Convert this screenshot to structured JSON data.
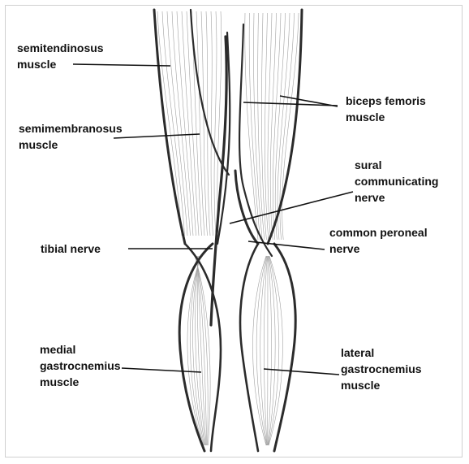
{
  "diagram": {
    "labels": {
      "semitendinosus": [
        "semitendinosus",
        "muscle"
      ],
      "semimembranosus": [
        "semimembranosus",
        "muscle"
      ],
      "biceps_femoris": [
        "biceps femoris",
        "muscle"
      ],
      "sural_communicating": [
        "sural",
        "communicating",
        "nerve"
      ],
      "common_peroneal": [
        "common peroneal",
        "nerve"
      ],
      "tibial_nerve": [
        "tibial nerve"
      ],
      "medial_gastrocnemius": [
        "medial",
        "gastrocnemius",
        "muscle"
      ],
      "lateral_gastrocnemius": [
        "lateral",
        "gastrocnemius",
        "muscle"
      ]
    }
  },
  "colors": {
    "pencil": "#2b2b2b",
    "pencil_light": "#8a8a8a",
    "leader": "#111111",
    "background": "#ffffff",
    "frame": "#d0d0d0"
  }
}
